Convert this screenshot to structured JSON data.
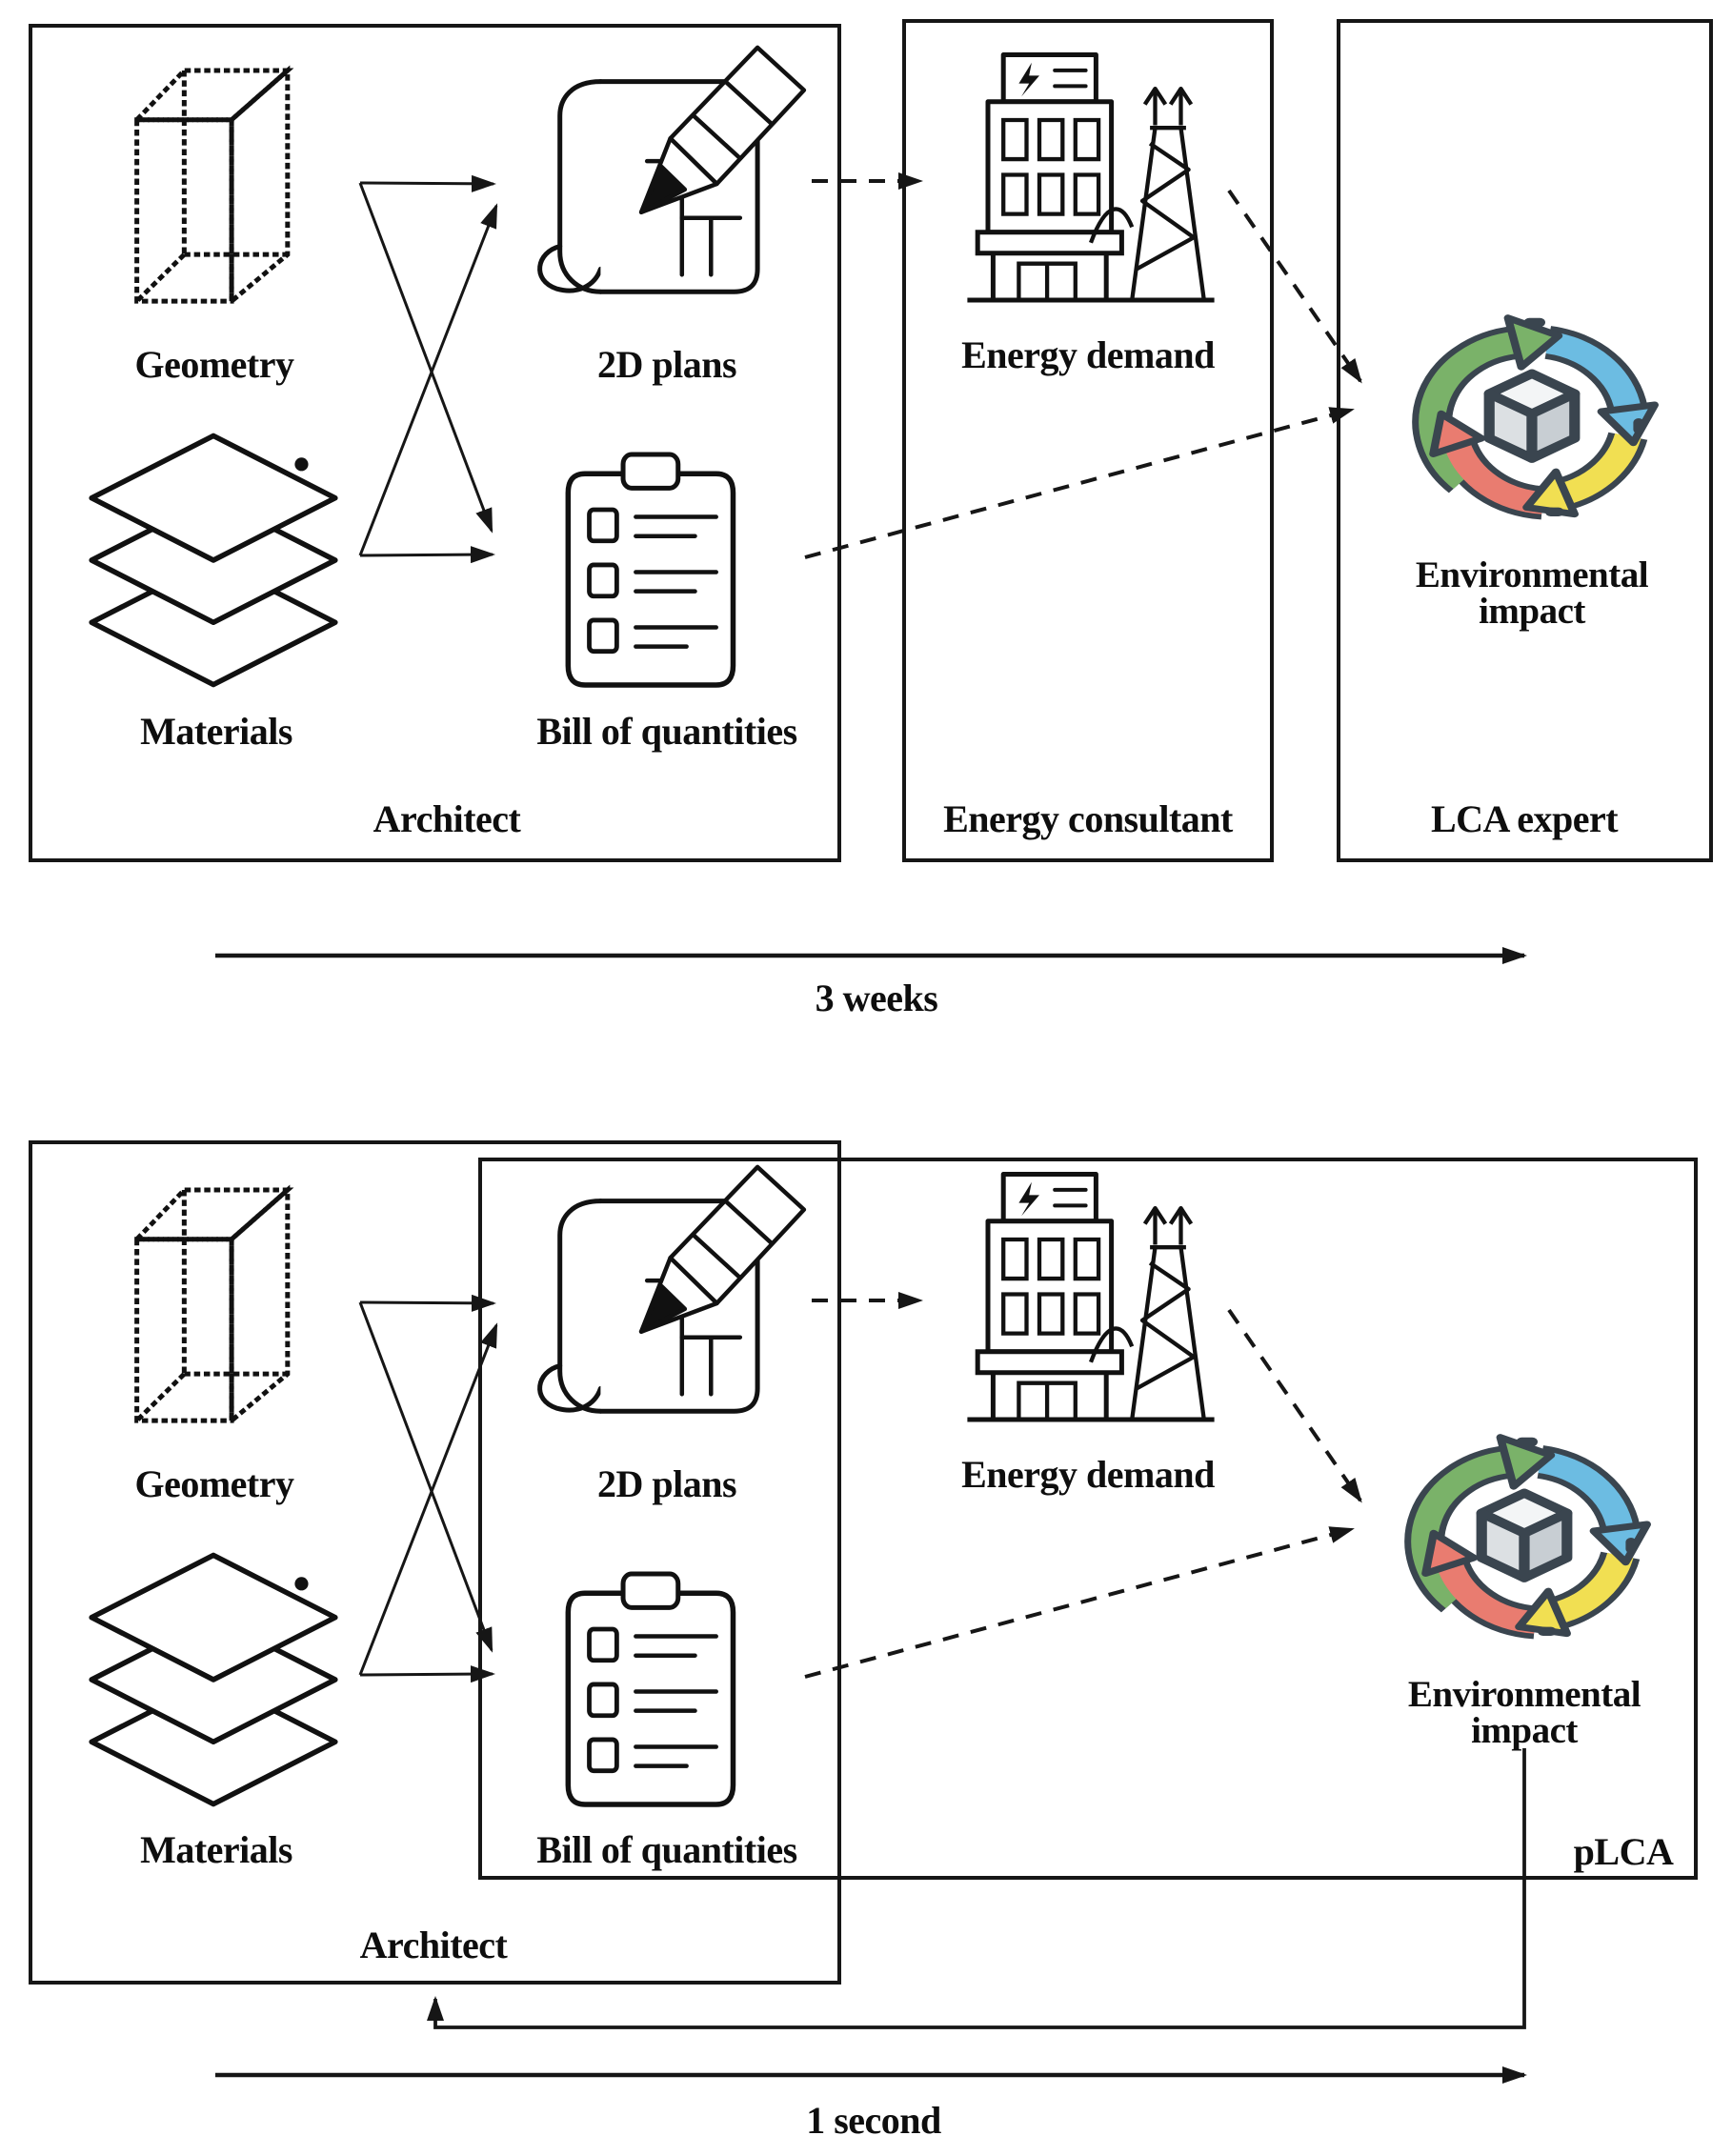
{
  "top": {
    "architect": "Architect",
    "energy_consultant": "Energy consultant",
    "lca_expert": "LCA expert",
    "geometry": "Geometry",
    "materials": "Materials",
    "plans2d": "2D plans",
    "boq": "Bill of quantities",
    "energy_demand": "Energy demand",
    "env_impact": "Environmental impact",
    "duration": "3 weeks"
  },
  "bottom": {
    "architect": "Architect",
    "plca": "pLCA",
    "geometry": "Geometry",
    "materials": "Materials",
    "plans2d": "2D plans",
    "boq": "Bill of quantities",
    "energy_demand": "Energy demand",
    "env_impact": "Environmental impact",
    "duration": "1 second"
  },
  "icons": {
    "geometry": "dashed-cuboid-icon",
    "materials": "layered-sheets-icon",
    "plans2d": "blueprint-pencil-icon",
    "boq": "checklist-clipboard-icon",
    "energy_demand": "building-power-tower-icon",
    "env_impact": "life-cycle-arrows-cube-icon"
  },
  "colors": {
    "line": "#161616",
    "cycle_green": "#7ab269",
    "cycle_blue": "#6cbce2",
    "cycle_yellow": "#f1df52",
    "cycle_red": "#e97c70",
    "cycle_outline": "#3a454f",
    "cube_top": "#f3f5f6",
    "cube_left": "#dce0e3",
    "cube_right": "#c8ced3"
  }
}
